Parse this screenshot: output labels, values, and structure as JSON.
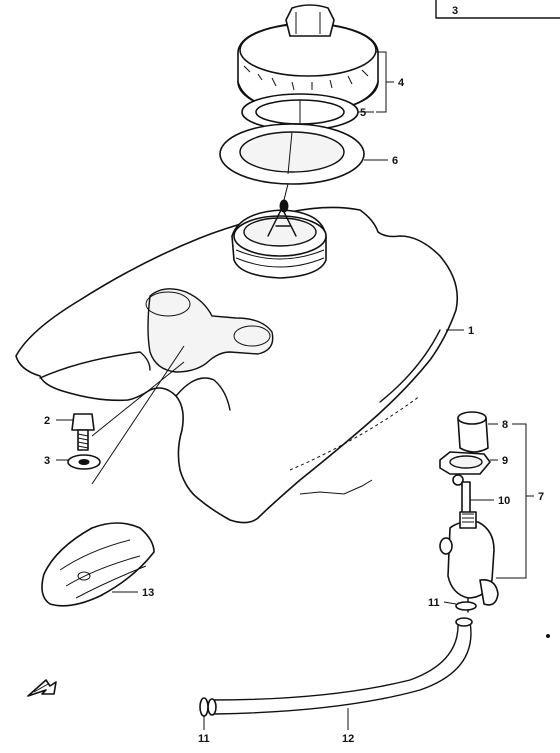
{
  "diagram": {
    "corner_label": "3",
    "callouts": {
      "p1": "1",
      "p2": "2",
      "p3": "3",
      "p4": "4",
      "p5": "5",
      "p6": "6",
      "p7": "7",
      "p8": "8",
      "p9": "9",
      "p10": "10",
      "p11a": "11",
      "p11b": "11",
      "p12": "12",
      "p13": "13"
    }
  },
  "icons": {
    "front_arrow": "front-direction-arrow-icon"
  }
}
